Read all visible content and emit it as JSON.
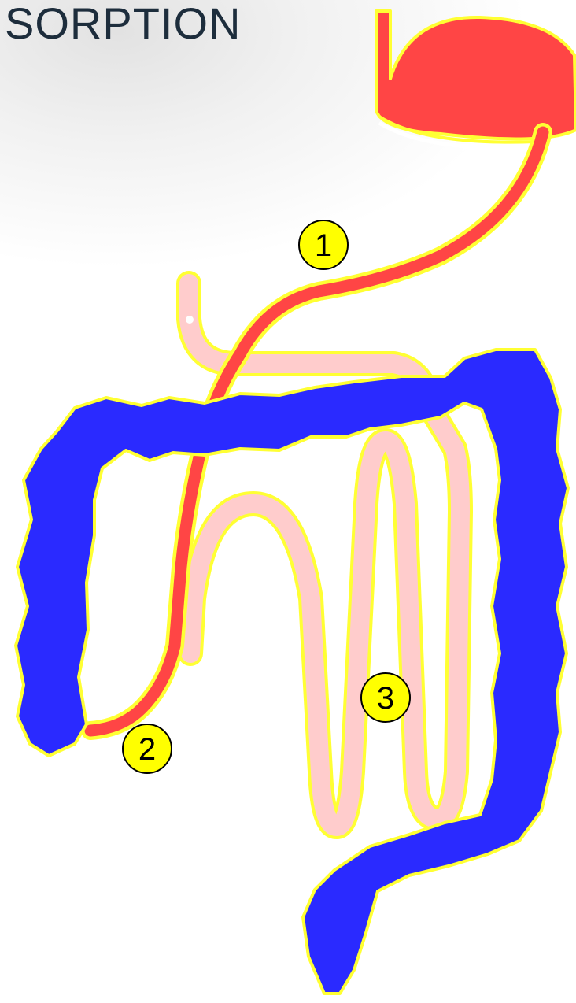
{
  "title": "SORPTION",
  "markers": [
    {
      "label": "1"
    },
    {
      "label": "2"
    },
    {
      "label": "3"
    }
  ],
  "colors": {
    "stomach": "#ff4545",
    "small_intestine": "#ffcccc",
    "large_intestine": "#2a2aff",
    "outline": "#ffff33",
    "marker_fill": "#ffff00"
  }
}
